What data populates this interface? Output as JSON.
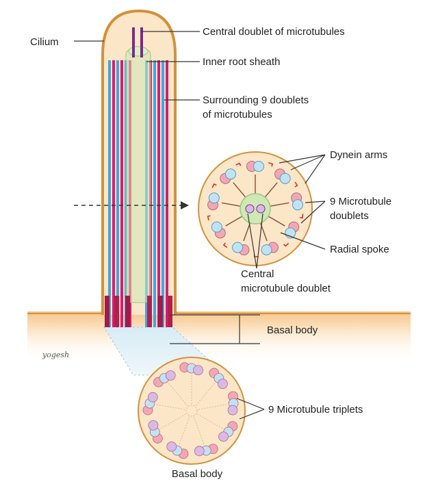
{
  "labels": {
    "cilium": "Cilium",
    "central_doublet_of_microtubules": "Central doublet of microtubules",
    "inner_root_sheath": "Inner root sheath",
    "surrounding_9_doublets_line1": "Surrounding 9 doublets",
    "surrounding_9_doublets_line2": "of microtubules",
    "dynein_arms": "Dynein arms",
    "microtubule_doublets_line1": "9 Microtubule",
    "microtubule_doublets_line2": "doublets",
    "radial_spoke": "Radial spoke",
    "central_microtubule_doublet_line1": "Central",
    "central_microtubule_doublet_line2": "microtubule doublet",
    "basal_body_side": "Basal body",
    "microtubule_triplets": "9 Microtubule triplets",
    "basal_body_bottom": "Basal body"
  },
  "signature": "yogesh",
  "colors": {
    "membrane": "#d4913a",
    "membrane_fill": "#fbe6c8",
    "microtubule_blue": "#3ba9e0",
    "microtubule_magenta": "#d81b74",
    "microtubule_purple": "#7a2a8c",
    "sheath_green": "#cfe8b4",
    "circle_pink": "#f3a7b5",
    "circle_blue": "#bfe3f5",
    "circle_lilac": "#d8b9e8",
    "dynein_red": "#e0301e"
  }
}
